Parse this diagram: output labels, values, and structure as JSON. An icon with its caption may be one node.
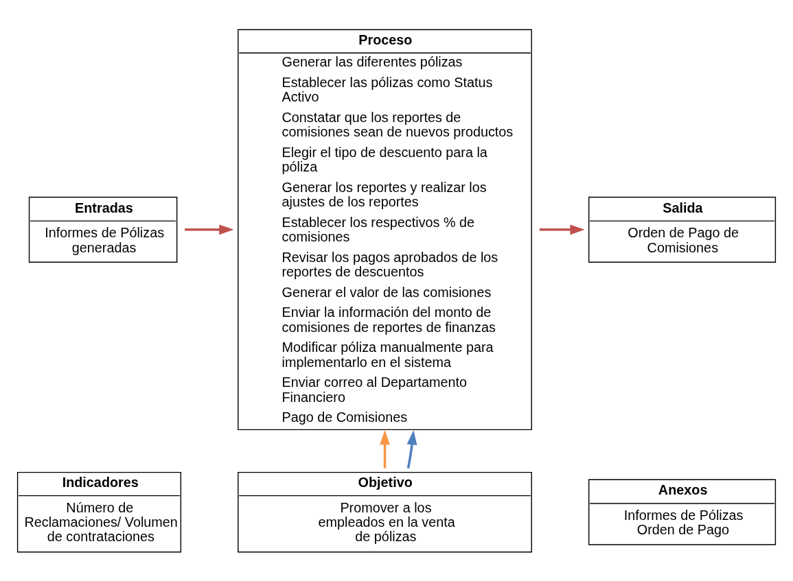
{
  "diagram": {
    "nodes": [
      {
        "text": [
          "Entradas",
          "Informes de Pólizas generadas"
        ]
      },
      {
        "text": [
          "Proceso",
          "Generar las diferentes pólizas",
          "Establecer las pólizas como Status Activo",
          "Constatar que los reportes de comisiones sean de nuevos productos",
          "Elegir el tipo de descuento para la póliza",
          "Generar los reportes y realizar los ajustes de los reportes",
          "Establecer los respectivos % de comisiones",
          "Revisar los pagos aprobados de los reportes de descuentos",
          "Generar el valor de las comisiones",
          "Enviar la información del monto de comisiones de reportes de finanzas",
          "Modificar póliza manualmente para implementarlo en el sistema",
          "Enviar correo al Departamento Financiero",
          "Pago de Comisiones"
        ]
      },
      {
        "text": [
          "Salida",
          "Orden de Pago de Comisiones"
        ]
      },
      {
        "text": [
          "Indicadores",
          "Número de Reclamaciones/ Volumen de contrataciones"
        ]
      },
      {
        "text": [
          "Objetivo",
          "Promover a los empleados en la venta de pólizas"
        ]
      },
      {
        "text": [
          "Anexos",
          "Informes de Pólizas",
          "Orden de Pago"
        ]
      }
    ],
    "edges": [
      {
        "from": 0,
        "to": 1,
        "arrow": "to",
        "color": "#c0504d"
      },
      {
        "from": 1,
        "to": 2,
        "arrow": "to",
        "color": "#c0504d"
      },
      {
        "from": 4,
        "to": 1,
        "arrow": "to",
        "color": "#f79646"
      },
      {
        "from": 4,
        "to": 1,
        "arrow": "to",
        "color": "#4f81bd"
      }
    ]
  }
}
